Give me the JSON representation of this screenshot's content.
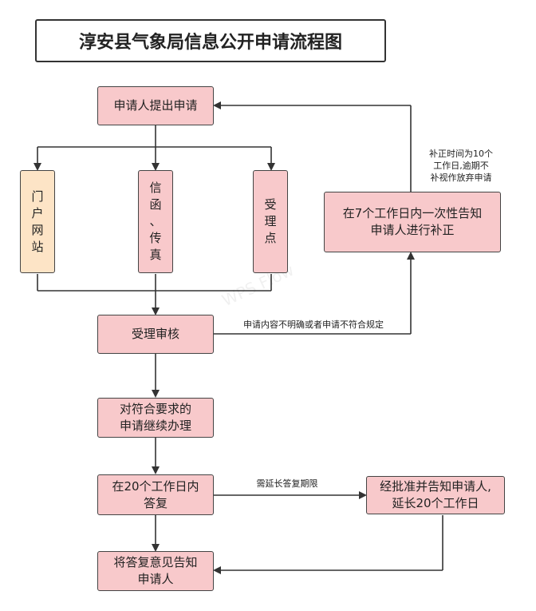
{
  "title": "淳安县气象局信息公开申请流程图",
  "nodes": {
    "submit": "申请人提出申请",
    "portal": "门\n户\n网\n站",
    "letter": "信\n函\n、\n传\n真",
    "acceptance_point": "受\n理\n点",
    "review": "受理审核",
    "continue": "对符合要求的\n申请继续办理",
    "reply20": "在20个工作日内\n答复",
    "notify": "将答复意见告知\n申请人",
    "supplement": "在7个工作日内一次性告知\n申请人进行补正",
    "extend": "经批准并告知申请人,\n延长20个工作日"
  },
  "labels": {
    "unclear": "申请内容不明确或者申请不符合规定",
    "supplement_time": "补正时间为10个\n工作日,逾期不\n补视作放弃申请",
    "need_extend": "需延长答复期限"
  },
  "watermark": "WPS Flow",
  "colors": {
    "node_fill": "#f8c9cb",
    "portal_fill": "#fde4c6",
    "line": "#333333"
  }
}
